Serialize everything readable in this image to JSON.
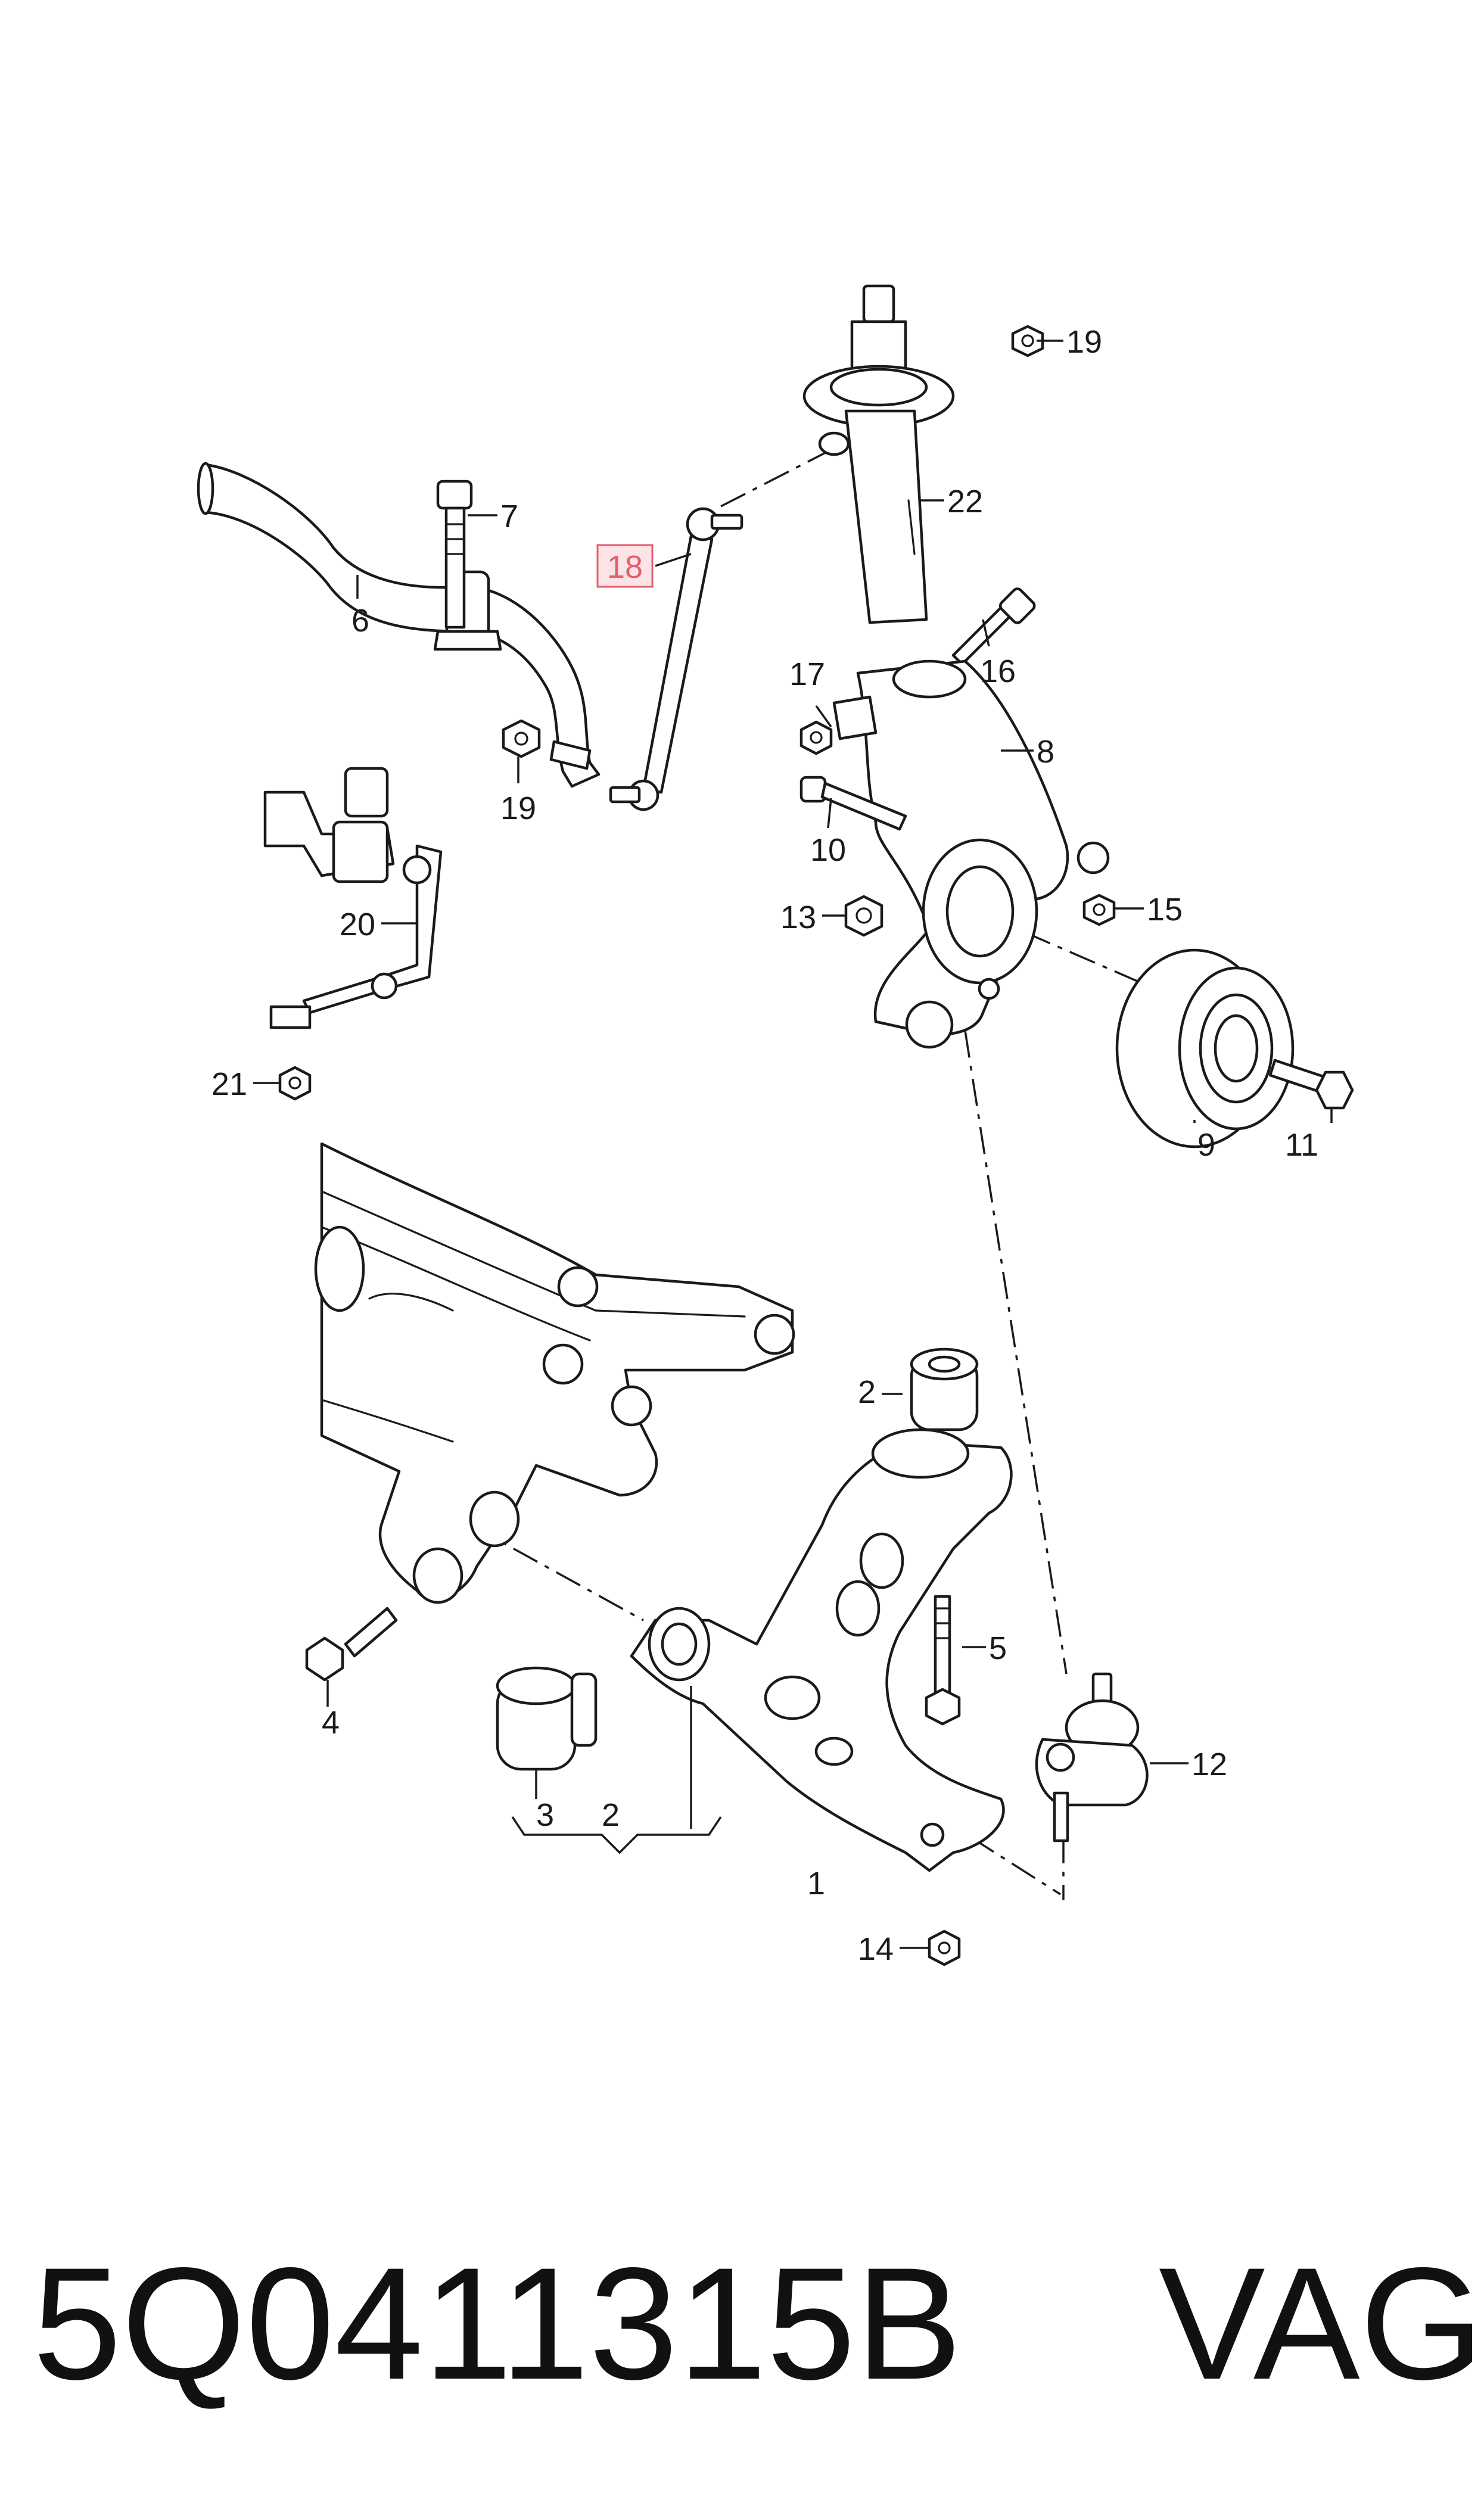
{
  "callouts": [
    {
      "id": "c1",
      "label": "1"
    },
    {
      "id": "c2a",
      "label": "2"
    },
    {
      "id": "c2b",
      "label": "2"
    },
    {
      "id": "c3",
      "label": "3"
    },
    {
      "id": "c4",
      "label": "4"
    },
    {
      "id": "c5",
      "label": "5"
    },
    {
      "id": "c6",
      "label": "6"
    },
    {
      "id": "c7",
      "label": "7"
    },
    {
      "id": "c8",
      "label": "8"
    },
    {
      "id": "c9",
      "label": "9"
    },
    {
      "id": "c10",
      "label": "10"
    },
    {
      "id": "c11",
      "label": "11"
    },
    {
      "id": "c12",
      "label": "12"
    },
    {
      "id": "c13",
      "label": "13"
    },
    {
      "id": "c14",
      "label": "14"
    },
    {
      "id": "c15",
      "label": "15"
    },
    {
      "id": "c16",
      "label": "16"
    },
    {
      "id": "c17",
      "label": "17"
    },
    {
      "id": "c18",
      "label": "18",
      "highlighted": true
    },
    {
      "id": "c19a",
      "label": "19"
    },
    {
      "id": "c19b",
      "label": "19"
    },
    {
      "id": "c20",
      "label": "20"
    },
    {
      "id": "c21",
      "label": "21"
    },
    {
      "id": "c22",
      "label": "22"
    }
  ],
  "footer": {
    "part_number": "5Q0411315B",
    "brand": "VAG"
  },
  "colors": {
    "line": "#1a1a1a",
    "highlight_fill": "#fbe3e6",
    "highlight_stroke": "#e0606e"
  }
}
